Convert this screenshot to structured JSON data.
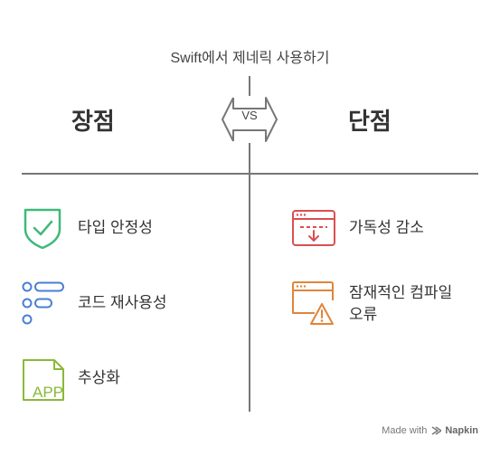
{
  "title": "Swift에서 제네릭 사용하기",
  "vs_label": "VS",
  "pros": {
    "heading": "장점",
    "items": [
      {
        "label": "타입 안정성",
        "icon": "shield-check-icon",
        "color": "#3fb97a"
      },
      {
        "label": "코드 재사용성",
        "icon": "list-blocks-icon",
        "color": "#4a7fd4"
      },
      {
        "label": "추상화",
        "icon": "app-file-icon",
        "color": "#8ab83a"
      }
    ]
  },
  "cons": {
    "heading": "단점",
    "items": [
      {
        "label": "가독성 감소",
        "icon": "browser-download-icon",
        "color": "#d9504f"
      },
      {
        "label_lines": [
          "잠재적인 컴파일",
          "오류"
        ],
        "icon": "browser-warning-icon",
        "color": "#e0853a"
      }
    ]
  },
  "footer": {
    "made_with": "Made with",
    "brand": "Napkin"
  }
}
